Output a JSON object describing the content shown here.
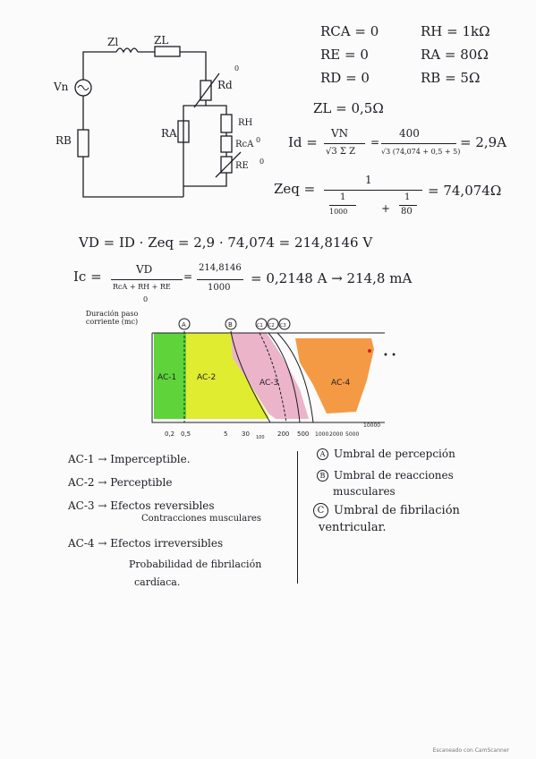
{
  "circuit": {
    "source": "Vn",
    "zl1": "Zl",
    "zl2": "ZL",
    "rd": "Rd",
    "ra": "RA",
    "rh": "RH",
    "rca": "RcA",
    "re": "RE",
    "rb": "RB",
    "rd_mark": "0",
    "rca_mark": "0",
    "re_mark": "0"
  },
  "values": {
    "rca": "RCA = 0",
    "rh": "RH = 1kΩ",
    "re": "RE = 0",
    "ra": "RA = 80Ω",
    "rd": "RD = 0",
    "rb": "RB = 5Ω",
    "zl": "ZL = 0,5Ω"
  },
  "id_eq": {
    "lhs": "Id =",
    "num": "VN",
    "den": "√3 Σ Z",
    "eq1": "=",
    "num2": "400",
    "den2": "√3 (74,074 + 0,5 + 5)",
    "result": "= 2,9A"
  },
  "zeq_eq": {
    "lhs": "Zeq =",
    "num": "1",
    "den_a_num": "1",
    "den_a_den": "1000",
    "plus": "+",
    "den_b_num": "1",
    "den_b_den": "80",
    "result": "= 74,074Ω"
  },
  "vd_eq": {
    "text": "VD = ID · Zeq = 2,9 · 74,074 = 214,8146 V"
  },
  "ic_eq": {
    "lhs": "Ic =",
    "num": "VD",
    "den": "RcA + RH + RE",
    "den_mark": "0",
    "eq1": "=",
    "num2": "214,8146",
    "den2": "1000",
    "result": "= 0,2148 A → 214,8 mA"
  },
  "chart": {
    "y_label": "Duración paso corriente (mc)",
    "thresholds": [
      "A",
      "B",
      "C1",
      "C2",
      "C3"
    ],
    "zones": [
      "AC-1",
      "AC-2",
      "AC-3",
      "AC-4"
    ],
    "ticks": [
      "0,2",
      "0,5",
      "5",
      "30",
      "100",
      "200",
      "500",
      "1000",
      "2000",
      "5000",
      "10000"
    ],
    "colors": {
      "ac1": "#5ed43a",
      "ac2": "#dfec2f",
      "ac3": "#ecb4c9",
      "ac4": "#f59a44"
    },
    "side_marks": "• •"
  },
  "legend_zones": [
    {
      "code": "AC-1",
      "arrow": "→",
      "text": "Imperceptible."
    },
    {
      "code": "AC-2",
      "arrow": "→",
      "text": "Perceptible"
    },
    {
      "code": "AC-3",
      "arrow": "→",
      "text": "Efectos reversibles",
      "text2": "Contracciones musculares"
    },
    {
      "code": "AC-4",
      "arrow": "→",
      "text": "Efectos irreversibles",
      "text2": "Probabilidad de fibrilación",
      "text3": "cardíaca."
    }
  ],
  "legend_thresholds": [
    {
      "mark": "A",
      "text": "Umbral de percepción"
    },
    {
      "mark": "B",
      "text": "Umbral de reacciones",
      "text2": "musculares"
    },
    {
      "mark": "C",
      "text": "Umbral de fibrilación",
      "text2": "ventricular."
    }
  ],
  "footer": "Escaneado con CamScanner"
}
